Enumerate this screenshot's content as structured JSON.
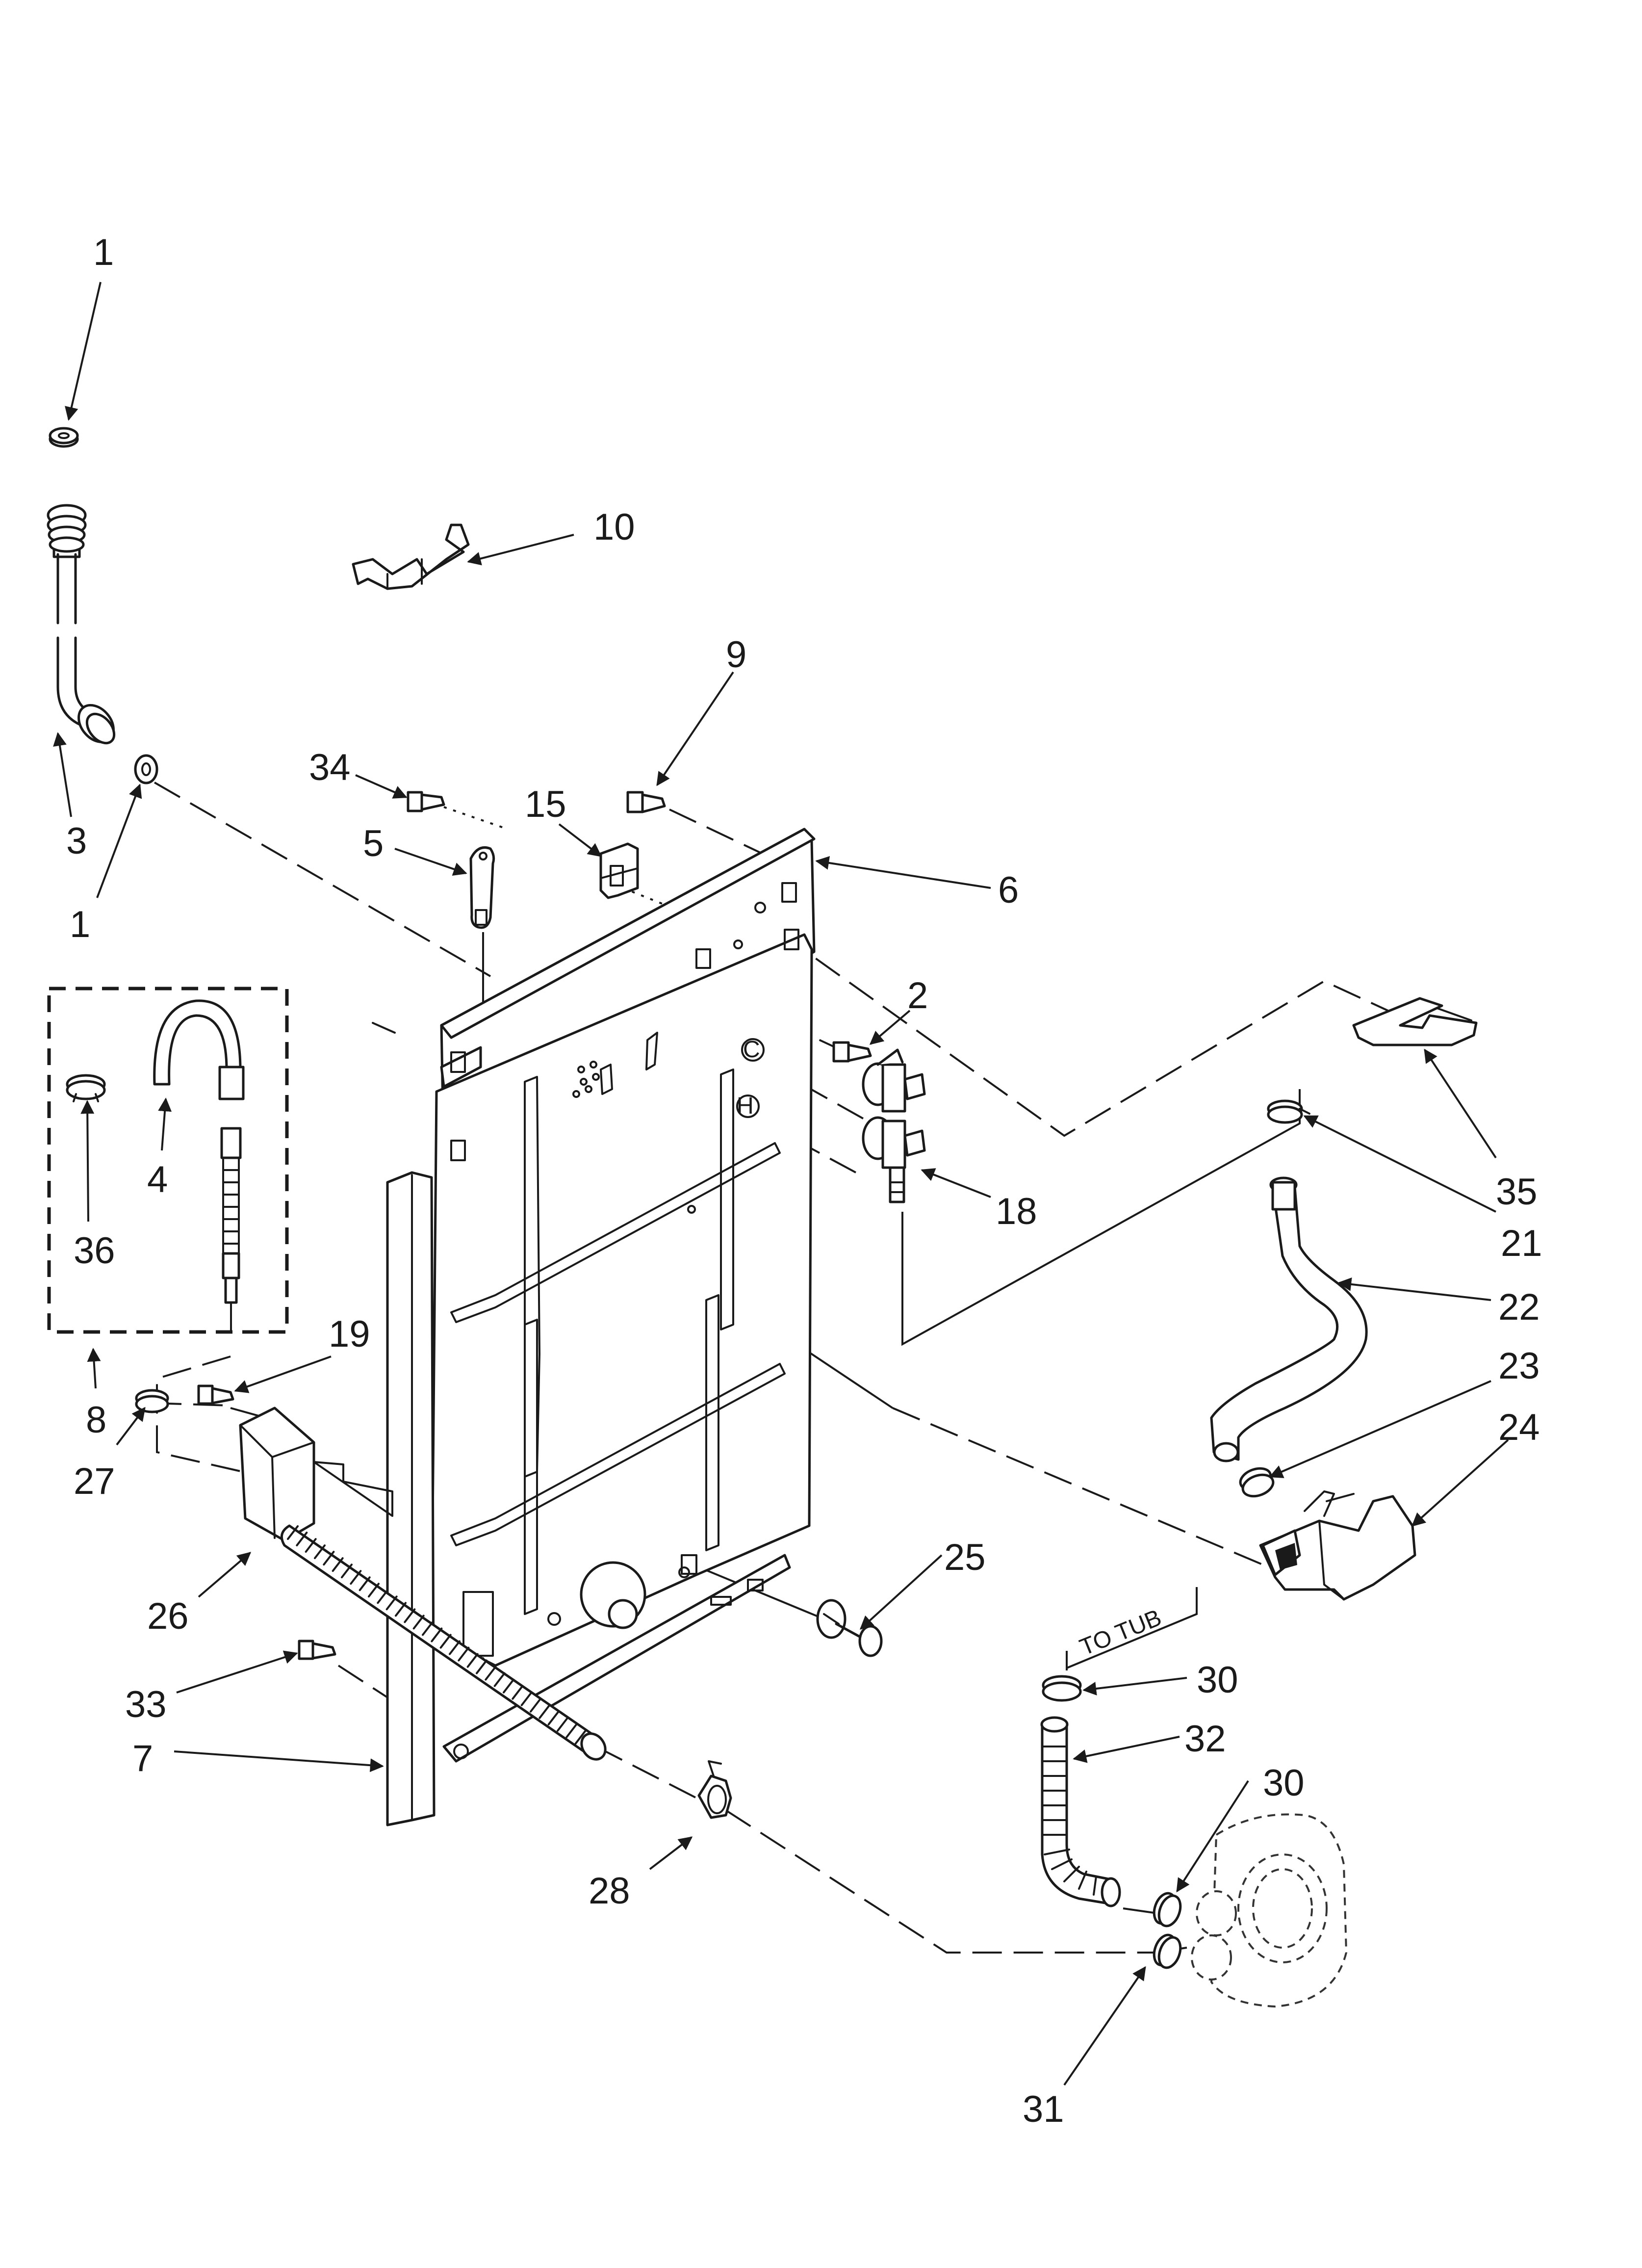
{
  "labels": {
    "l1_top": "1",
    "l10": "10",
    "l9": "9",
    "l34": "34",
    "l15": "15",
    "l5": "5",
    "l6": "6",
    "l3": "3",
    "l1_mid": "1",
    "l2": "2",
    "l4": "4",
    "l36": "36",
    "l18": "18",
    "l35": "35",
    "l21": "21",
    "l22": "22",
    "l23": "23",
    "l24": "24",
    "l19": "19",
    "l8": "8",
    "l27": "27",
    "l26": "26",
    "l25": "25",
    "l33": "33",
    "l7": "7",
    "l30_a": "30",
    "l32": "32",
    "l30_b": "30",
    "l28": "28",
    "l31": "31"
  },
  "notes": {
    "to_tub": "TO TUB",
    "valve_c": "C",
    "valve_h": "H"
  }
}
